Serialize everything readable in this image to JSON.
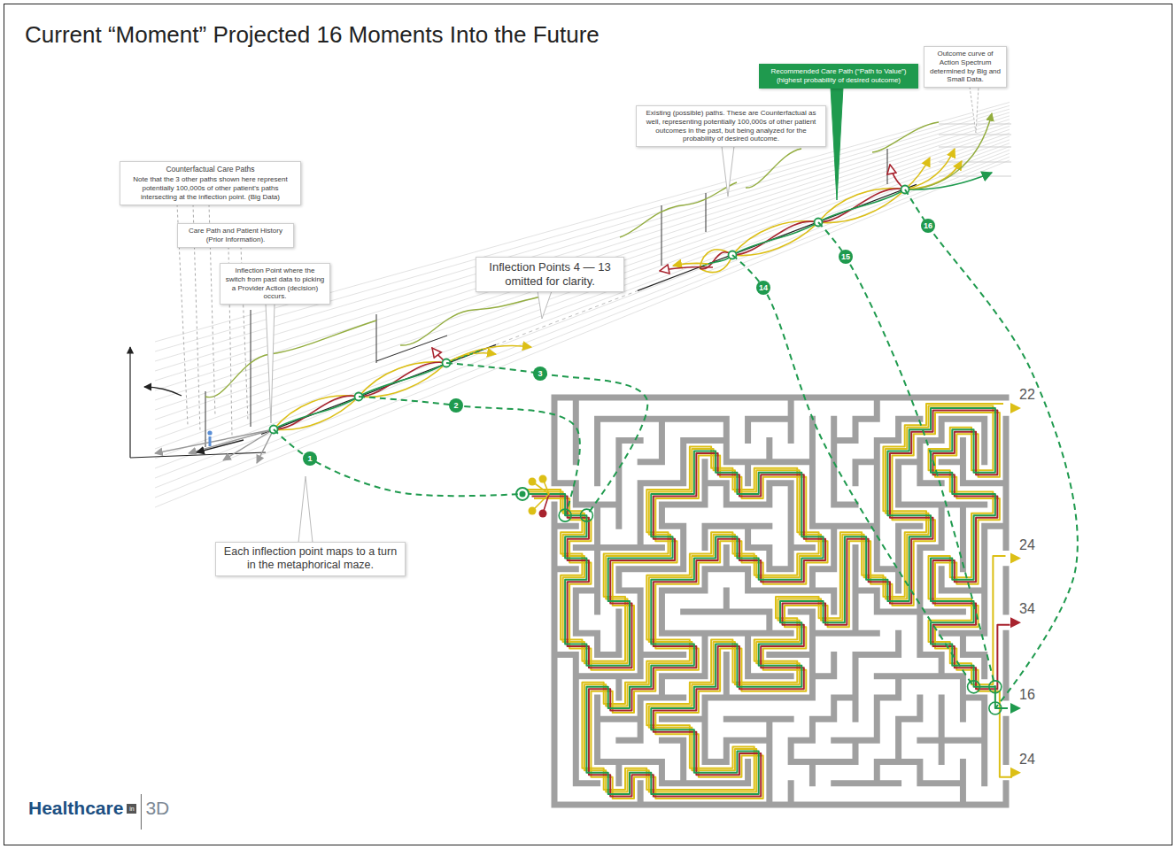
{
  "diagram": {
    "title": "Current “Moment” Projected 16 Moments Into the Future",
    "nodes": [
      {
        "text": [
          "Counterfactual Care Paths",
          "Note that the 3 other paths shown here represent potentially 100,000s of other patient's paths intersecting at the inflection point. (Big Data)"
        ]
      },
      {
        "text": [
          "Care Path and Patient History (Prior Information)."
        ]
      },
      {
        "text": [
          "Inflection Point where the switch from past data to picking a Provider Action (decision) occurs."
        ]
      },
      {
        "text": [
          "Inflection Points 4 — 13 omitted for clarity."
        ]
      },
      {
        "text": [
          "Each inflection point maps to a turn in the metaphorical maze."
        ]
      },
      {
        "text": [
          "Existing (possible) paths. These are Counterfactual as well, representing potentially 100,000s of other patient outcomes in the past, but being analyzed for the probability of desired outcome."
        ]
      },
      {
        "text": [
          "Recommended Care Path (“Path to Value”) (highest probability of desired outcome)"
        ]
      },
      {
        "text": [
          "Outcome curve of Action Spectrum determined by Big and Small Data."
        ]
      }
    ],
    "labels": [
      "1",
      "2",
      "3",
      "14",
      "15",
      "16",
      "22",
      "24",
      "34",
      "16",
      "24",
      "Healthcare",
      "in",
      "3D"
    ]
  }
}
